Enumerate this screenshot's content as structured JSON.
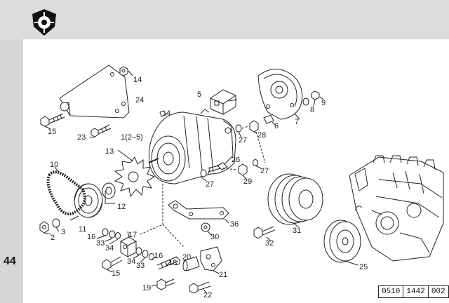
{
  "page": {
    "page_number": "44",
    "document_code": [
      "0510",
      "1442",
      "002"
    ]
  },
  "callouts": [
    {
      "id": "c14",
      "label": "14"
    },
    {
      "id": "c24",
      "label": "24"
    },
    {
      "id": "c5",
      "label": "5"
    },
    {
      "id": "c4",
      "label": "4"
    },
    {
      "id": "c6",
      "label": "6"
    },
    {
      "id": "c7",
      "label": "7"
    },
    {
      "id": "c8",
      "label": "8"
    },
    {
      "id": "c9",
      "label": "9"
    },
    {
      "id": "c15a",
      "label": "15"
    },
    {
      "id": "c23",
      "label": "23"
    },
    {
      "id": "c1",
      "label": "1(2–5)"
    },
    {
      "id": "c27a",
      "label": "27"
    },
    {
      "id": "c28",
      "label": "28"
    },
    {
      "id": "c13",
      "label": "13"
    },
    {
      "id": "c10",
      "label": "10"
    },
    {
      "id": "c26",
      "label": "26"
    },
    {
      "id": "c27b",
      "label": "27"
    },
    {
      "id": "c27c",
      "label": "27"
    },
    {
      "id": "c29",
      "label": "29"
    },
    {
      "id": "c12",
      "label": "12"
    },
    {
      "id": "c11",
      "label": "11"
    },
    {
      "id": "c3",
      "label": "3"
    },
    {
      "id": "c2",
      "label": "2"
    },
    {
      "id": "c16a",
      "label": "16"
    },
    {
      "id": "c33a",
      "label": "33"
    },
    {
      "id": "c34a",
      "label": "34"
    },
    {
      "id": "c17",
      "label": "17"
    },
    {
      "id": "c36",
      "label": "36"
    },
    {
      "id": "c30",
      "label": "30"
    },
    {
      "id": "c31",
      "label": "31"
    },
    {
      "id": "c32",
      "label": "32"
    },
    {
      "id": "c34b",
      "label": "34"
    },
    {
      "id": "c33b",
      "label": "33"
    },
    {
      "id": "c16b",
      "label": "16"
    },
    {
      "id": "c18",
      "label": "18"
    },
    {
      "id": "c20",
      "label": "20"
    },
    {
      "id": "c15b",
      "label": "15"
    },
    {
      "id": "c21",
      "label": "21"
    },
    {
      "id": "c19",
      "label": "19"
    },
    {
      "id": "c22",
      "label": "22"
    },
    {
      "id": "c25",
      "label": "25"
    }
  ],
  "colors": {
    "line": "#222222",
    "sheet": "#ffffff",
    "margin": "#d6d6d4"
  },
  "icons": {
    "logo": "engine-manufacturer-shield-icon"
  }
}
